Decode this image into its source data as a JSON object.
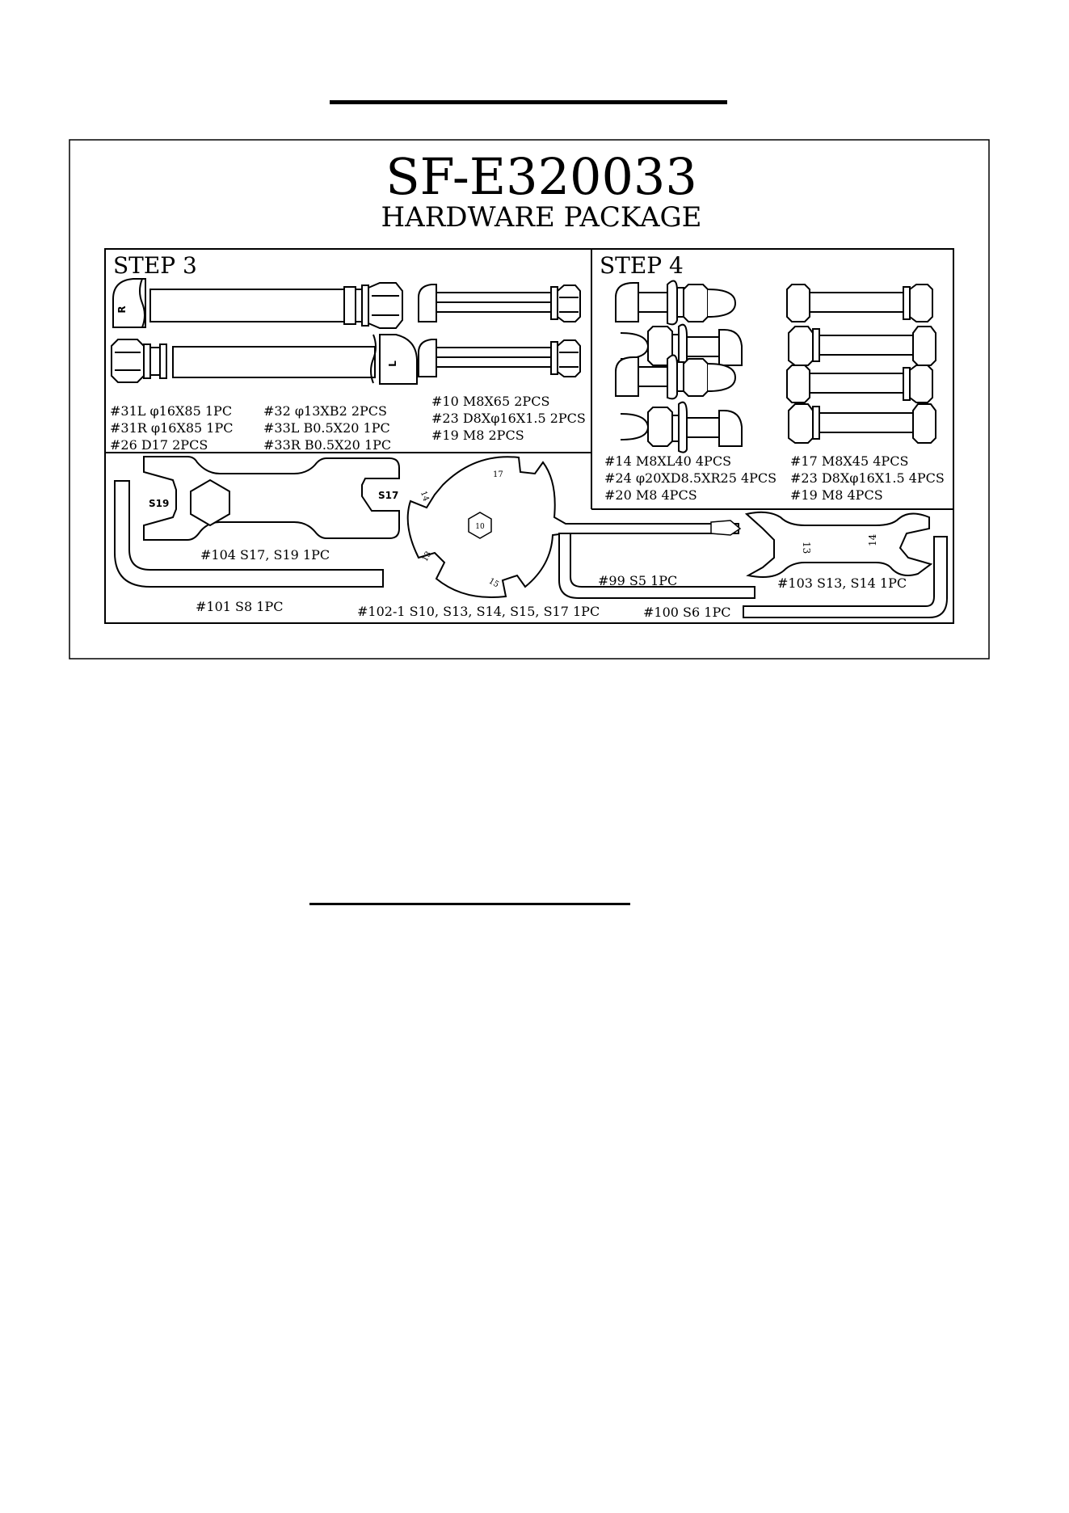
{
  "header": {
    "model": "SF-E320033",
    "subtitle": "HARDWARE PACKAGE"
  },
  "step3": {
    "title": "STEP 3",
    "bolt_r_mark": "R",
    "bolt_l_mark": "L",
    "parts_left": [
      "#31L  φ16X85  1PC",
      "#31R  φ16X85  1PC",
      "#26  D17    2PCS"
    ],
    "parts_mid": [
      "#32   φ13XB2    2PCS",
      "#33L  B0.5X20    1PC",
      "#33R  B0.5X20    1PC"
    ],
    "parts_right": [
      "#10  M8X65  2PCS",
      "#23  D8Xφ16X1.5  2PCS",
      "#19  M8    2PCS"
    ]
  },
  "step4": {
    "title": "STEP 4",
    "parts_left": [
      "#14  M8XL40    4PCS",
      "#24   φ20XD8.5XR25  4PCS",
      "#20  M8      4PCS"
    ],
    "parts_right": [
      "#17  M8X45    4PCS",
      "#23  D8Xφ16X1.5     4PCS",
      "#19  M8      4PCS"
    ]
  },
  "tools": {
    "wrench104": {
      "left_mark": "S19",
      "right_mark": "S17",
      "label": "#104   S17, S19    1PC"
    },
    "hex101": {
      "label": "#101    S8  1PC"
    },
    "multi102": {
      "label": "#102-1  S10, S13, S14, S15, S17  1PC",
      "marks": [
        "10",
        "17",
        "14",
        "13",
        "15"
      ]
    },
    "hex99": {
      "label": "#99    S5  1PC"
    },
    "hex100": {
      "label": "#100    S6  1PC"
    },
    "wrench103": {
      "label": "#103  S13, S14  1PC",
      "marks": [
        "13",
        "14"
      ]
    }
  }
}
